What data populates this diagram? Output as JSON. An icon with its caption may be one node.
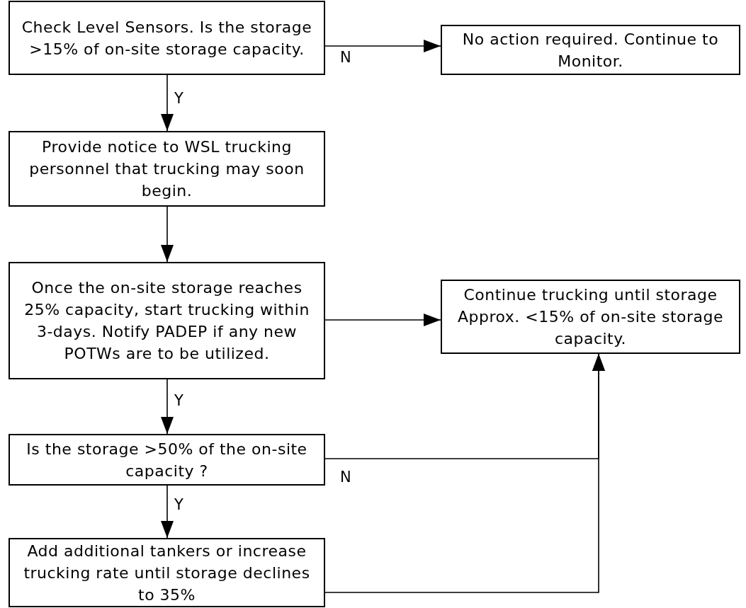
{
  "diagram": {
    "nodes": [
      {
        "text": [
          "Check Level Sensors. Is the storage >15% of on-site storage capacity."
        ]
      },
      {
        "text": [
          "No action required. Continue to Monitor."
        ]
      },
      {
        "text": [
          "Provide notice to WSL trucking personnel that trucking may soon begin."
        ]
      },
      {
        "text": [
          "Once the on-site storage reaches 25% capacity, start trucking within 3-days. Notify PADEP if any new POTWs are to be utilized."
        ]
      },
      {
        "text": [
          "Continue trucking until storage Approx. <15% of on-site storage capacity."
        ]
      },
      {
        "text": [
          "Is the storage >50% of the on-site capacity ?"
        ]
      },
      {
        "text": [
          "Add additional tankers or increase trucking rate until storage declines to 35%"
        ]
      }
    ],
    "edges": [
      {
        "from": 0,
        "to": 1,
        "arrow": "to",
        "label": "N"
      },
      {
        "from": 0,
        "to": 2,
        "arrow": "to",
        "label": "Y"
      },
      {
        "from": 2,
        "to": 3,
        "arrow": "to"
      },
      {
        "from": 3,
        "to": 4,
        "arrow": "to"
      },
      {
        "from": 3,
        "to": 5,
        "arrow": "to",
        "label": "Y"
      },
      {
        "from": 5,
        "to": 4,
        "arrow": "to",
        "label": "N"
      },
      {
        "from": 5,
        "to": 6,
        "arrow": "to",
        "label": "Y"
      },
      {
        "from": 6,
        "to": 4,
        "arrow": "to"
      }
    ]
  }
}
